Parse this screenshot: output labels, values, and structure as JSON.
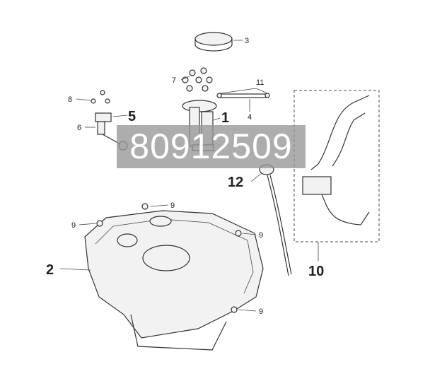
{
  "watermark": "80912509",
  "callouts": {
    "c1": "1",
    "c2": "2",
    "c3": "3",
    "c4": "4",
    "c5": "5",
    "c6": "6",
    "c7": "7",
    "c8": "8",
    "c9a": "9",
    "c9b": "9",
    "c9c": "9",
    "c9d": "9",
    "c10": "10",
    "c11": "11",
    "c12": "12"
  }
}
